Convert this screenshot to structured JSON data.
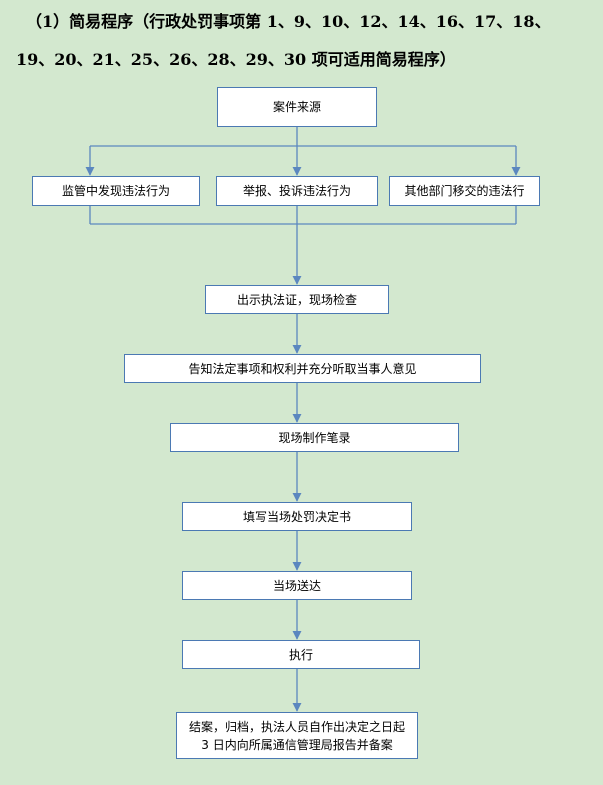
{
  "heading": {
    "line1": "（1）简易程序（行政处罚事项第 1、9、10、12、14、16、17、18、",
    "line2": "19、20、21、25、26、28、29、30 项可适用简易程序）"
  },
  "flow": {
    "source": "案件来源",
    "branches": [
      "监管中发现违法行为",
      "举报、投诉违法行为",
      "其他部门移交的违法行"
    ],
    "steps": [
      "出示执法证，现场检查",
      "告知法定事项和权利并充分听取当事人意见",
      "现场制作笔录",
      "填写当场处罚决定书",
      "当场送达",
      "执行"
    ],
    "final": {
      "line1": "结案，归档，执法人员自作出决定之日起",
      "line2": "3 日内向所属通信管理局报告并备案"
    }
  },
  "colors": {
    "background": "#d3e8cf",
    "box_border": "#4b79b3",
    "connector": "#5b87bf"
  }
}
